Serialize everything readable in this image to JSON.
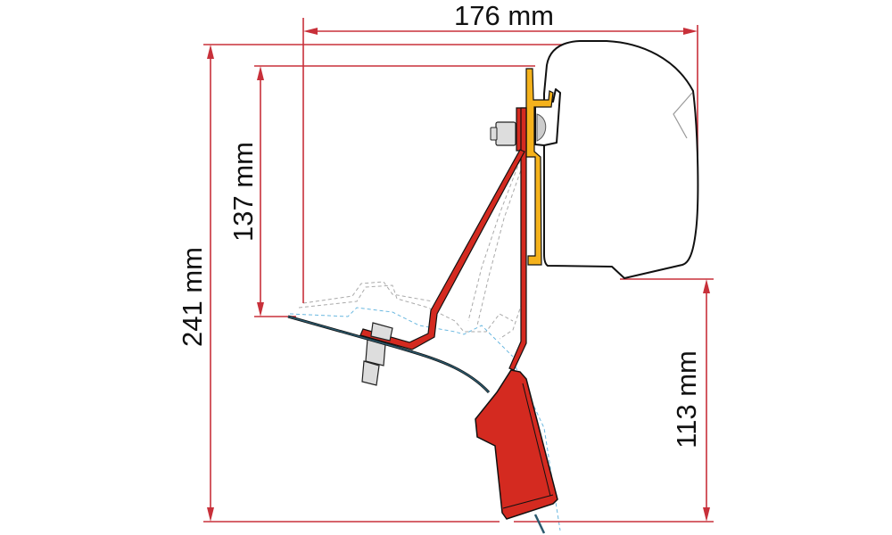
{
  "dimensions": {
    "width": "176 mm",
    "total_height": "241 mm",
    "bracket_height": "137 mm",
    "bottom_clearance": "113 mm"
  },
  "colors": {
    "dimension_line": "#c8303a",
    "adapter_red": "#d42a20",
    "rail_yellow": "#f5b21c",
    "cable": "#2b5a6e"
  }
}
